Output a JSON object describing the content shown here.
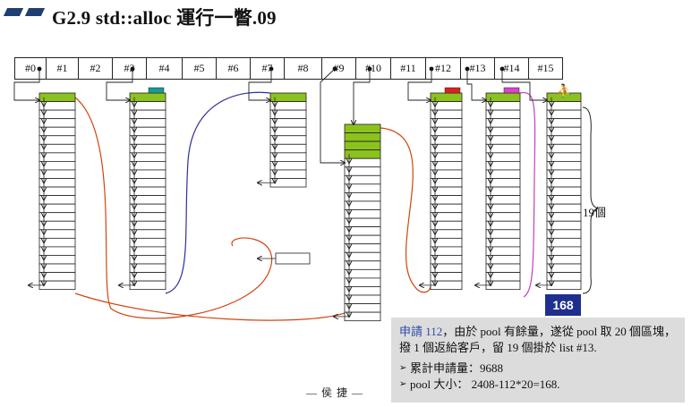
{
  "title": "G2.9 std::alloc 運行一瞥.09",
  "free_list_slots": [
    "#0",
    "#1",
    "#2",
    "#3",
    "#4",
    "#5",
    "#6",
    "#7",
    "#8",
    "#9",
    "#10",
    "#11",
    "#12",
    "#13",
    "#14",
    "#15"
  ],
  "pool_remaining": "168",
  "chunk_count_label": "19個",
  "note": {
    "request_label": "申請 112",
    "description_rest": "，由於 pool 有餘量，遂從 pool 取 20 個區塊，撥 1 個返給客戶，留 19 個掛於 list #13.",
    "bullets": [
      "累計申請量：9688",
      "pool 大小： 2408-112*20=168."
    ]
  },
  "author": "— 侯 捷 —",
  "colors": {
    "title_decoration": "#1f3f73",
    "chunk_head_green": "#8cc21e",
    "pool_badge": "#1e2f8e",
    "marker_teal": "#1a9a96",
    "marker_red": "#e02020",
    "marker_magenta": "#e040d0",
    "link_orange": "#d04510",
    "link_purple": "#30309a",
    "link_magenta": "#c040c0",
    "note_bg": "#dcdcdc",
    "note_highlight": "#2e4aa8"
  }
}
